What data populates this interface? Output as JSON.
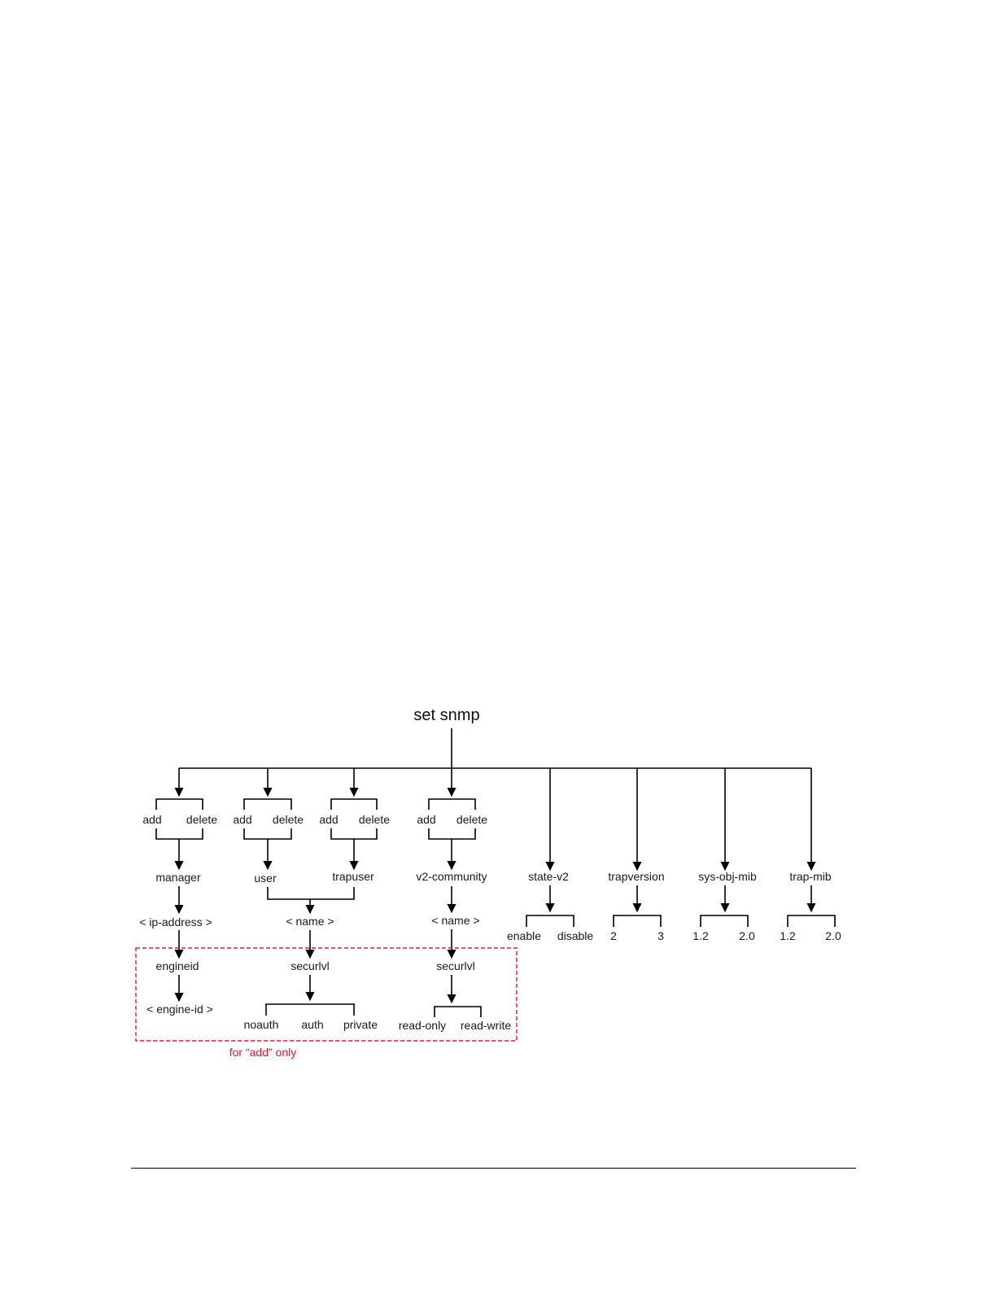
{
  "diagram": {
    "root": "set snmp",
    "branch_manager": {
      "add": "add",
      "delete": "delete",
      "keyword": "manager",
      "param": "< ip-address >"
    },
    "branch_user": {
      "add": "add",
      "delete": "delete",
      "keyword": "user"
    },
    "branch_trapuser": {
      "add": "add",
      "delete": "delete",
      "keyword": "trapuser"
    },
    "user_name_param": "< name >",
    "branch_community": {
      "add": "add",
      "delete": "delete",
      "keyword": "v2-community",
      "param": "< name >"
    },
    "state_v2": {
      "keyword": "state-v2",
      "options": [
        "enable",
        "disable"
      ]
    },
    "trapversion": {
      "keyword": "trapversion",
      "options": [
        "2",
        "3"
      ]
    },
    "sys_obj_mib": {
      "keyword": "sys-obj-mib",
      "options": [
        "1.2",
        "2.0"
      ]
    },
    "trap_mib": {
      "keyword": "trap-mib",
      "options": [
        "1.2",
        "2.0"
      ]
    },
    "add_only": {
      "note": "for “add” only",
      "engineid": "engineid",
      "engineid_param": "< engine-id >",
      "user_securlvl": "securlvl",
      "user_securlvl_options": [
        "noauth",
        "auth",
        "private"
      ],
      "community_securlvl": "securlvl",
      "community_securlvl_options": [
        "read-only",
        "read-write"
      ]
    }
  },
  "colors": {
    "line": "#000000",
    "add_only_border": "#e8192c"
  }
}
